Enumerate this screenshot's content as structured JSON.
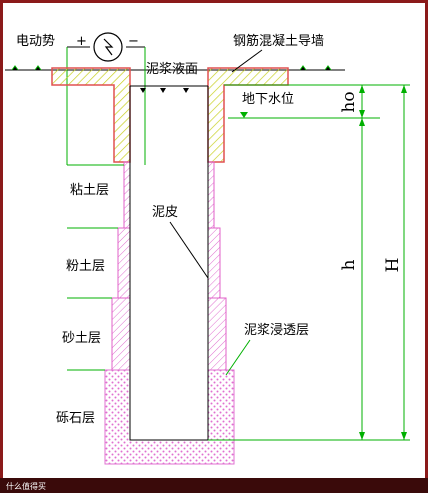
{
  "labels": {
    "emf": "电动势",
    "plus": "+",
    "minus": "−",
    "wall": "钢筋混凝土导墙",
    "slurry_level": "泥浆液面",
    "groundwater": "地下水位",
    "clay": "粘土层",
    "mud_skin": "泥皮",
    "silt": "粉土层",
    "sand": "砂土层",
    "gravel": "砾石层",
    "seepage": "泥浆浸透层",
    "ho": "ho",
    "h": "h",
    "H": "H",
    "watermark": "什么值得买"
  },
  "colors": {
    "frame": "#8b1a1a",
    "wall": "#e05050",
    "pink": "#e060c8",
    "green": "#00b000",
    "gravel": "#e070d0"
  }
}
